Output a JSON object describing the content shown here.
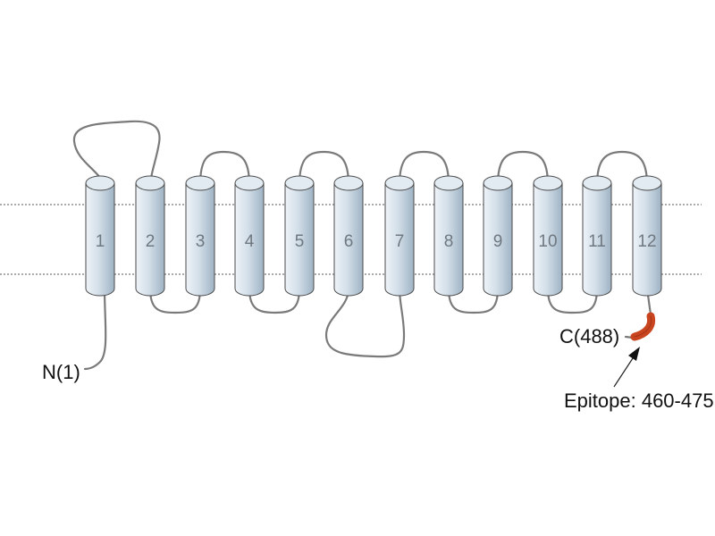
{
  "helices": [
    "1",
    "2",
    "3",
    "4",
    "5",
    "6",
    "7",
    "8",
    "9",
    "10",
    "11",
    "12"
  ],
  "n_terminus": "N(1)",
  "c_terminus": "C(488)",
  "epitope": "Epitope: 460-475",
  "colors": {
    "helix_light": "#eef3f8",
    "helix_mid": "#c8d6e2",
    "helix_dark": "#9fb3c4",
    "helix_top": "#e3ebf2",
    "outline": "#4a4a4a",
    "loop": "#7a7a7a",
    "membrane_line": "#555555",
    "epitope": "#c9451f"
  }
}
